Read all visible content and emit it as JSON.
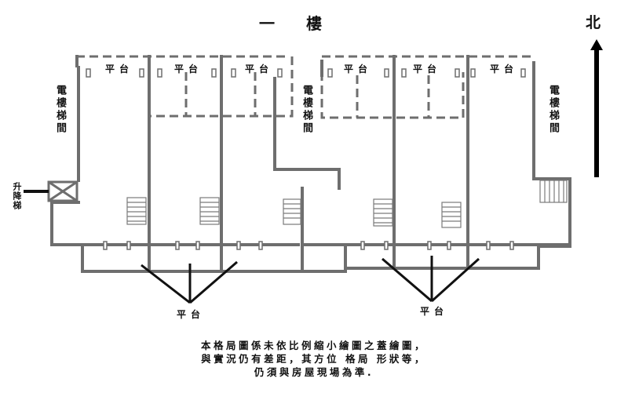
{
  "floor_title": "一　　樓",
  "north_label": "北",
  "platform_label": "平台",
  "stairwell_label": "電樓梯間",
  "elevator_label": "升降梯",
  "notes": [
    "本格局圖係未依比例縮小繪圖之蓋繪圖，",
    "與實況仍有差距，其方位 格局 形狀等，",
    "仍須與房屋現場為準."
  ],
  "colors": {
    "wall": "#6e6e6e",
    "text": "#111111",
    "north_arrow": "#000000"
  }
}
